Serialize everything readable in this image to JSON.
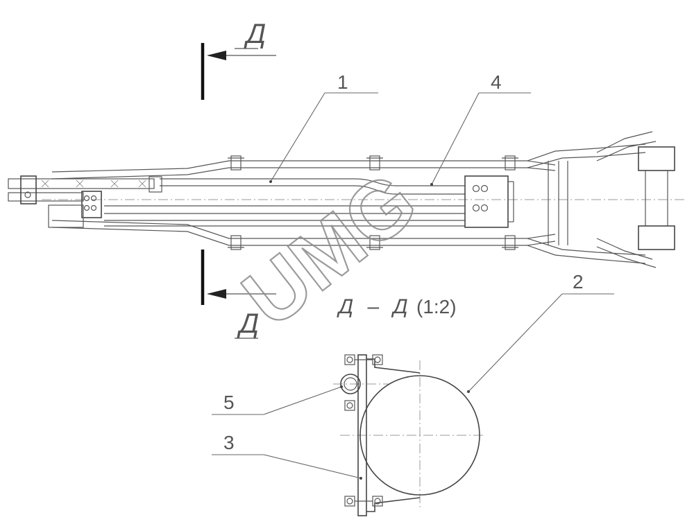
{
  "section": {
    "letter_top": "Д",
    "letter_bottom": "Д",
    "title": "Д – Д",
    "scale": "(1:2)"
  },
  "labels": {
    "item1": "1",
    "item2": "2",
    "item3": "3",
    "item4": "4",
    "item5": "5"
  },
  "watermark": "UMG",
  "colors": {
    "line": "#555555",
    "section_arrow": "#111111",
    "watermark_stroke": "#8a8a8a"
  }
}
